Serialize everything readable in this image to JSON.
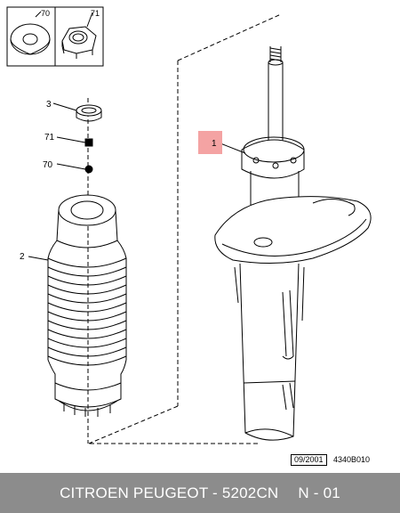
{
  "diagram": {
    "callouts": {
      "strut": "1",
      "boot": "2",
      "cap": "3",
      "washer": "70",
      "nut": "71"
    },
    "inset": {
      "washer_label": "70",
      "nut_label": "71"
    },
    "date_code": "09/2001",
    "reference_code": "4340B010",
    "colors": {
      "highlight": "#f4a3a3",
      "footer_bg": "#8c8c8c",
      "line": "#000000"
    }
  },
  "footer": {
    "part_text": "CITROEN PEUGEOT - 5202CN",
    "page_text": "N - 01"
  }
}
